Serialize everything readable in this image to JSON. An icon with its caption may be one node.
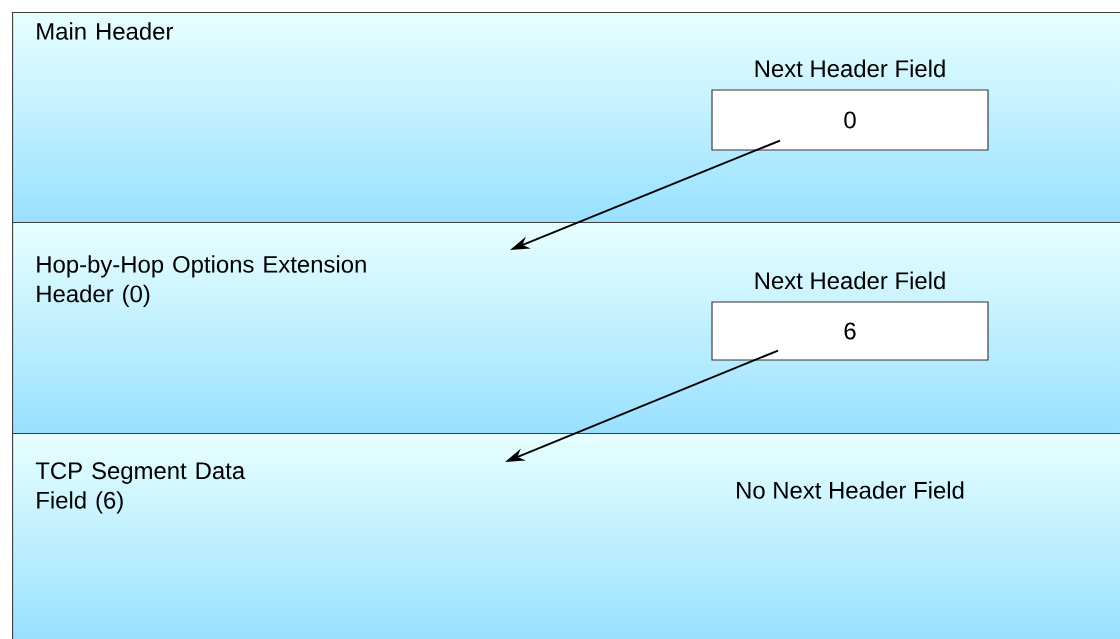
{
  "diagram": {
    "nodes": [
      {
        "text": [
          "Main Header"
        ]
      },
      {
        "text": [
          "Hop-by-Hop Options Extension Header (0)"
        ]
      },
      {
        "text": [
          "TCP Segment Data Field (6)",
          "No Next Header Field"
        ]
      },
      {
        "text": [
          "Next Header Field",
          "0"
        ],
        "in": 0
      },
      {
        "text": [
          "Next Header Field",
          "6"
        ],
        "in": 1
      }
    ],
    "edges": [
      {
        "from": 3,
        "to": 1,
        "arrow": "to"
      },
      {
        "from": 4,
        "to": 2,
        "arrow": "to"
      }
    ]
  }
}
